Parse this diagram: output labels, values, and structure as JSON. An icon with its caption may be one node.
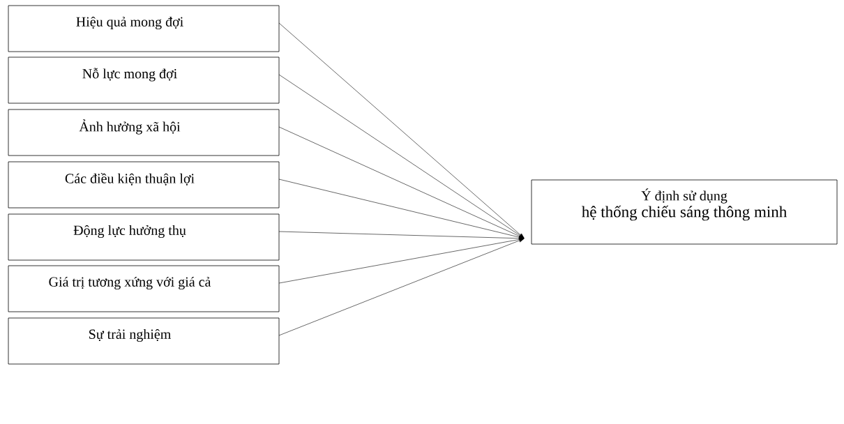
{
  "diagram": {
    "nodes": [
      {
        "text": [
          "Hiệu quả mong đợi"
        ]
      },
      {
        "text": [
          "Nỗ lực mong đợi"
        ]
      },
      {
        "text": [
          "Ảnh hưởng xã hội"
        ]
      },
      {
        "text": [
          "Các điều kiện thuận lợi"
        ]
      },
      {
        "text": [
          "Động lực hưởng thụ"
        ]
      },
      {
        "text": [
          "Giá trị tương xứng với giá cả"
        ]
      },
      {
        "text": [
          "Sự trải nghiệm"
        ]
      },
      {
        "text": [
          "Ý định sử dụng",
          "hệ thống chiếu sáng thông minh"
        ]
      }
    ],
    "edges": [
      {
        "from": 0,
        "to": 7,
        "arrow": "to"
      },
      {
        "from": 1,
        "to": 7,
        "arrow": "to"
      },
      {
        "from": 2,
        "to": 7,
        "arrow": "to"
      },
      {
        "from": 3,
        "to": 7,
        "arrow": "to"
      },
      {
        "from": 4,
        "to": 7,
        "arrow": "to"
      },
      {
        "from": 5,
        "to": 7,
        "arrow": "to"
      },
      {
        "from": 6,
        "to": 7,
        "arrow": "to"
      }
    ]
  }
}
